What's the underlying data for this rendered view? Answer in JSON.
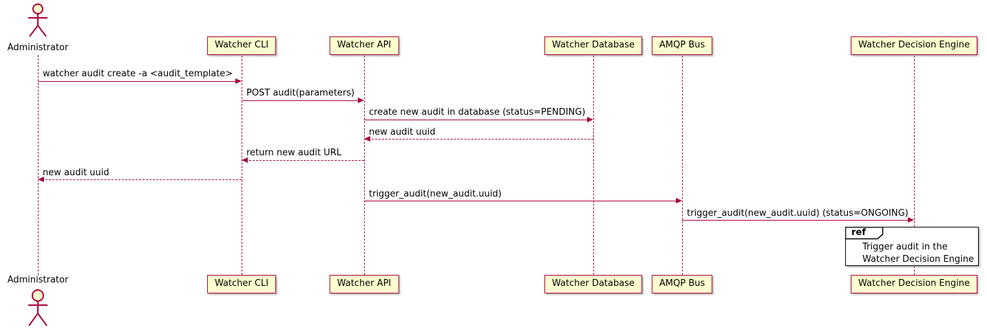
{
  "diagram": {
    "actor": {
      "name": "Administrator"
    },
    "participants": [
      {
        "label": "Watcher CLI"
      },
      {
        "label": "Watcher API"
      },
      {
        "label": "Watcher Database"
      },
      {
        "label": "AMQP Bus"
      },
      {
        "label": "Watcher Decision Engine"
      }
    ],
    "messages": [
      {
        "from": "Administrator",
        "to": "Watcher CLI",
        "label": "watcher audit create -a <audit_template>",
        "line": "solid"
      },
      {
        "from": "Watcher CLI",
        "to": "Watcher API",
        "label": "POST audit(parameters)",
        "line": "solid"
      },
      {
        "from": "Watcher API",
        "to": "Watcher Database",
        "label": "create new audit in database (status=PENDING)",
        "line": "solid"
      },
      {
        "from": "Watcher Database",
        "to": "Watcher API",
        "label": "new audit uuid",
        "line": "dashed"
      },
      {
        "from": "Watcher API",
        "to": "Watcher CLI",
        "label": "return new audit URL",
        "line": "dashed"
      },
      {
        "from": "Watcher CLI",
        "to": "Administrator",
        "label": "new audit uuid",
        "line": "dashed"
      },
      {
        "from": "Watcher API",
        "to": "AMQP Bus",
        "label": "trigger_audit(new_audit.uuid)",
        "line": "solid"
      },
      {
        "from": "AMQP Bus",
        "to": "Watcher Decision Engine",
        "label": "trigger_audit(new_audit.uuid) (status=ONGOING)",
        "line": "solid"
      }
    ],
    "ref": {
      "keyword": "ref",
      "line1": "Trigger audit in the",
      "line2": "Watcher Decision Engine"
    },
    "colors": {
      "border": "#A80036",
      "fill": "#FEFECE"
    }
  }
}
